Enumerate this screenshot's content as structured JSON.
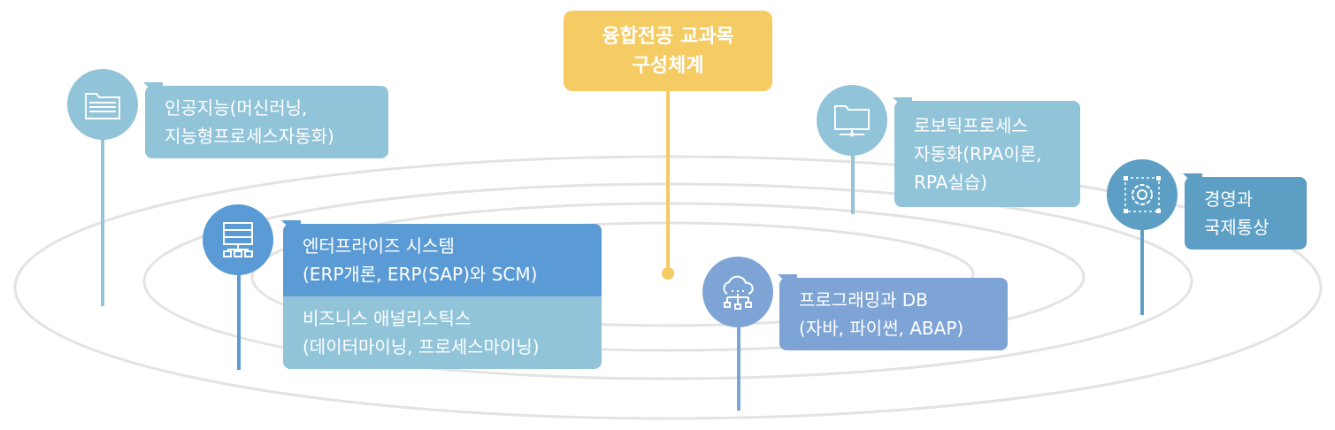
{
  "title": {
    "line1": "융합전공 교과목",
    "line2": "구성체계"
  },
  "nodes": {
    "ai": {
      "line1": "인공지능(머신러닝,",
      "line2": "지능형프로세스자동화)",
      "icon": "folder-icon"
    },
    "erp": {
      "line1": "엔터프라이즈 시스템",
      "line2": "(ERP개론, ERP(SAP)와 SCM)",
      "icon": "server-network-icon"
    },
    "ba": {
      "line1": "비즈니스 애널리스틱스",
      "line2": "(데이터마이닝, 프로세스마이닝)"
    },
    "rpa": {
      "line1": "로보틱프로세스",
      "line2": "자동화(RPA이론,",
      "line3": "RPA실습)",
      "icon": "folder-network-icon"
    },
    "prog": {
      "line1": "프로그래밍과 DB",
      "line2": "(자바, 파이썬, ABAP)",
      "icon": "cloud-network-icon"
    },
    "biz": {
      "line1": "경영과",
      "line2": "국제통상",
      "icon": "gear-vector-icon"
    }
  },
  "colors": {
    "title": "#f5cb64",
    "light_blue": "#92c4d9",
    "mid_blue": "#5b9bd5",
    "blue_gray": "#7ea4d6",
    "teal_blue": "#5d9fc4",
    "orbit": "#e3e3e3"
  }
}
